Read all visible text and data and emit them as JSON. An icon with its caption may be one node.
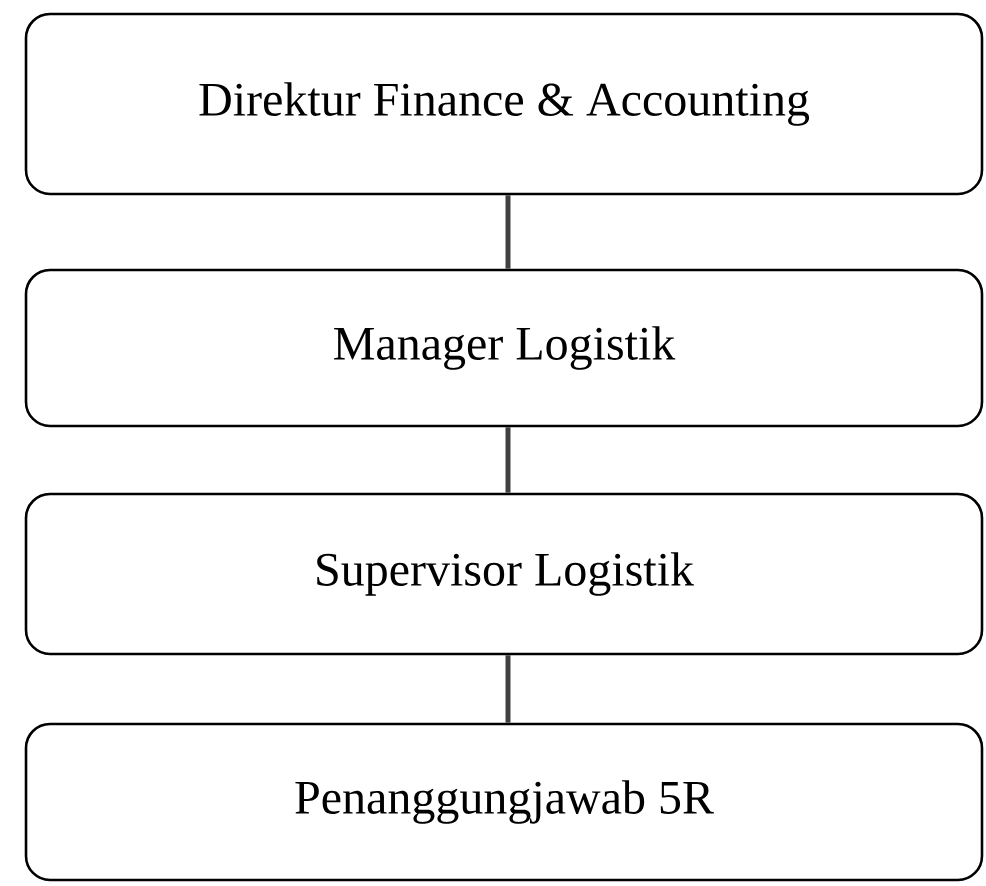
{
  "diagram": {
    "nodes": [
      {
        "text": [
          "Direktur Finance & Accounting"
        ]
      },
      {
        "text": [
          "Manager Logistik"
        ]
      },
      {
        "text": [
          "Supervisor Logistik"
        ]
      },
      {
        "text": [
          "Penanggungjawab 5R"
        ]
      }
    ],
    "edges": [
      {
        "from": 0,
        "to": 1,
        "arrow": "none"
      },
      {
        "from": 1,
        "to": 2,
        "arrow": "none"
      },
      {
        "from": 2,
        "to": 3,
        "arrow": "none"
      }
    ]
  }
}
